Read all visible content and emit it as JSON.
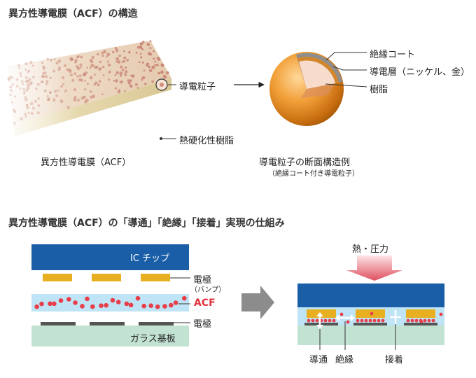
{
  "section1": {
    "title": "異方性導電膜（ACF）の構造",
    "film": {
      "particle_label": "導電粒子",
      "resin_label": "熱硬化性樹脂",
      "caption": "異方性導電膜（ACF）"
    },
    "particle": {
      "layer_insulation": "絶縁コート",
      "layer_conductive": "導電層（ニッケル、金）",
      "layer_core": "樹脂",
      "caption": "導電粒子の断面構造例",
      "subcaption": "（絶縁コート付き導電粒子）"
    }
  },
  "section2": {
    "title": "異方性導電膜（ACF）の「導通」「絶縁」「接着」実現の仕組み",
    "before": {
      "ic_label": "IC チップ",
      "bump_label": "電極",
      "bump_sub": "（バンプ）",
      "acf_label": "ACF",
      "electrode_label": "電極",
      "glass_label": "ガラス基板"
    },
    "after": {
      "force_label": "熱・圧力",
      "conduction_label": "導通",
      "insulation_label": "絶縁",
      "adhesion_label": "接着"
    }
  },
  "colors": {
    "ic_blue": "#1b5ea8",
    "bump_gold": "#e8b020",
    "acf_light_blue": "#bfe4f5",
    "particle_red": "#e83e4a",
    "glass_green": "#bfe0cf",
    "acf_text_red": "#e0303c",
    "arrow_pink": "#e05a6a",
    "transition_arrow": "#8c8c8c"
  }
}
